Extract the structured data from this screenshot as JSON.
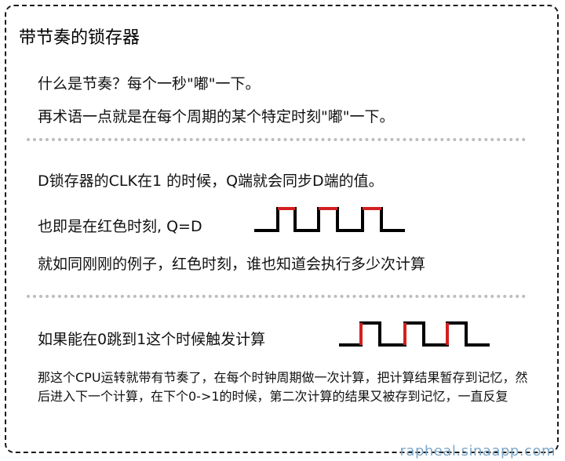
{
  "title": "带节奏的锁存器",
  "section1": {
    "line1": "什么是节奏？每个一秒\"嘟\"一下。",
    "line2": "再术语一点就是在每个周期的某个特定时刻\"嘟\"一下。"
  },
  "section2": {
    "line1": "D锁存器的CLK在1 的时候，Q端就会同步D端的值。",
    "line2": "也即是在红色时刻, Q=D",
    "line3": "就如同刚刚的例子，红色时刻，谁也知道会执行多少次计算"
  },
  "section3": {
    "line1": "如果能在0跳到1这个时候触发计算",
    "paragraph": "那这个CPU运转就带有节奏了，在每个时钟周期做一次计算，把计算结果暂存到记忆，然后进入下一个计算，在下个0->1的时候，第二次计算的结果又被存到记忆，一直反复"
  },
  "colors": {
    "highlight": "#d32020",
    "signal": "#000000",
    "separator": "#bdbdbd",
    "watermark": "#7fa8c8"
  },
  "watermark": "rapheal.sinaapp.com"
}
